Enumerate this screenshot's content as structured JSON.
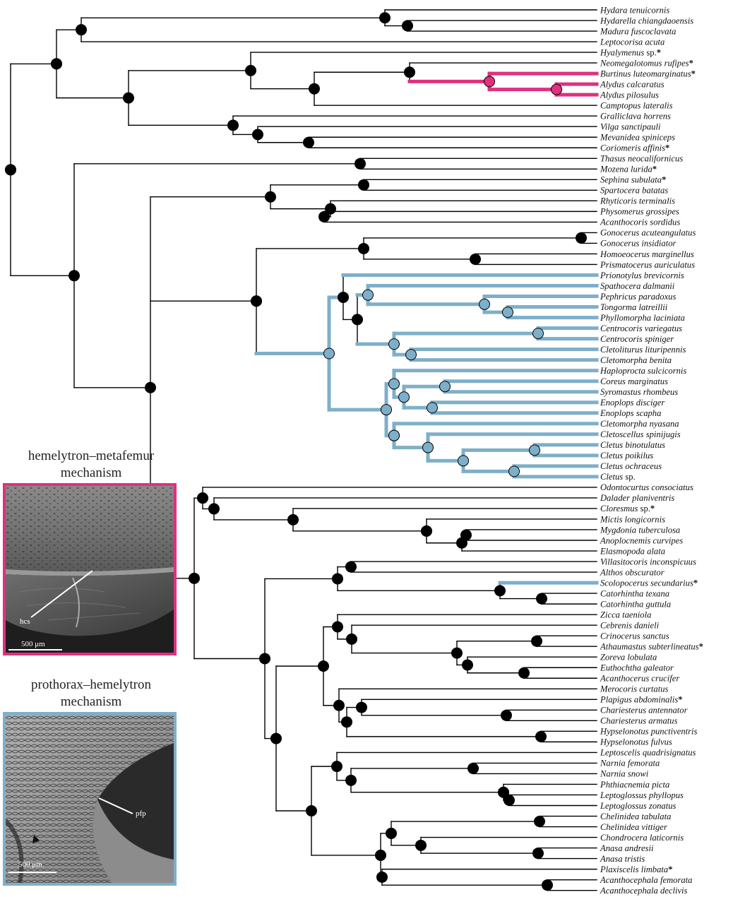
{
  "colors": {
    "branch": "#000000",
    "node_default": "#000000",
    "hemelytron_metafemur": "#e0307f",
    "prothorax_hemelytron": "#7eafc9"
  },
  "taxa": [
    "Hydara tenuicornis",
    "Hydarella chiangdaoensis",
    "Madura fuscoclavata",
    "Leptocorisa acuta",
    "Hyalymenus sp.*",
    "Neomegalotomus rufipes*",
    "Burtinus luteomarginatus*",
    "Alydus calcaratus",
    "Alydus pilosulus",
    "Camptopus lateralis",
    "Gralliclava horrens",
    "Vilga sanctipauli",
    "Mevanidea spiniceps",
    "Coriomeris affinis*",
    "Thasus neocalifornicus",
    "Mozena lurida*",
    "Sephina subulata*",
    "Spartocera batatas",
    "Rhyticoris terminalis",
    "Physomerus grossipes",
    "Acanthocoris sordidus",
    "Gonocerus acuteangulatus",
    "Gonocerus insidiator",
    "Homoeocerus marginellus",
    "Prismatocerus auriculatus",
    "Prionotylus brevicornis",
    "Spathocera dalmanii",
    "Pephricus paradoxus",
    "Tongorma latreillii",
    "Phyllomorpha laciniata",
    "Centrocoris variegatus",
    "Centrocoris spiniger",
    "Cletoliturus lituripennis",
    "Cletomorpha benita",
    "Haploprocta sulcicornis",
    "Coreus marginatus",
    "Syromastus rhombeus",
    "Enoplops disciger",
    "Enoplops scapha",
    "Cletomorpha nyasana",
    "Cletoscellus spinijugis",
    "Cletus binotulatus",
    "Cletus poikilus",
    "Cletus ochraceus",
    "Cletus sp.",
    "Odontocurtus consociatus",
    "Dalader planiventris",
    "Cloresmus sp.*",
    "Mictis longicornis",
    "Mygdonia tuberculosa",
    "Anoplocnemis curvipes",
    "Elasmopoda alata",
    "Villasitocoris inconspicuus",
    "Althos obscurator",
    "Scolopocerus secundarius*",
    "Catorhintha texana",
    "Catorhintha guttula",
    "Zicca taeniola",
    "Cebrenis danieli",
    "Crinocerus sanctus",
    "Athaumastus subterlineatus*",
    "Zoreva lobulata",
    "Euthochtha galeator",
    "Acanthocerus crucifer",
    "Merocoris curtatus",
    "Plapigus abdominalis*",
    "Chariesterus antennator",
    "Chariesterus armatus",
    "Hypselonotus punctiventris",
    "Hypselonotus fulvus",
    "Leptoscelis quadrisignatus",
    "Narnia femorata",
    "Narnia snowi",
    "Phthiacnemia picta",
    "Leptoglossus phyllopus",
    "Leptoglossus zonatus",
    "Chelinidea tabulata",
    "Chelinidea vittiger",
    "Chondrocera laticornis",
    "Anasa andresii",
    "Anasa tristis",
    "Plaxiscelis limbata*",
    "Acanthocephala femorata",
    "Acanthocephala declivis"
  ],
  "tree_newick": "((((((0,(1,2)),3),((4,((5,(6,(7,8))),9)),(10,(11,(12,13)))))),((14,15),(((16,17),(18,(19,20))),((((21,22),(23,24)),((25,((26,(27,(28,29))),((30,31),(32,33)))),((34,((35,36),(37,38))),((39,(40,((41,42),(43,44))))))))),(((45,(46,(47,((48,((49,50),51))))))),(((52,53),(54,(55,56))),(((57,(58,((59,60),(61,(62,63))))),(64,((65,(66,67)),(68,69)))),((70,((71,72),((73,(74,75))))),(((76,77),(78,(79,80))),(81,(82,83))))))))))));",
  "legend": {
    "hemelytron_metafemur": {
      "caption_line1": "hemelytron–metafemur",
      "caption_line2": "mechanism",
      "structure_label": "hcs",
      "scale_label": "500 μm"
    },
    "prothorax_hemelytron": {
      "caption_line1": "prothorax–hemelytron",
      "caption_line2": "mechanism",
      "structure_label": "pfp",
      "scale_label": "500 μm"
    }
  }
}
